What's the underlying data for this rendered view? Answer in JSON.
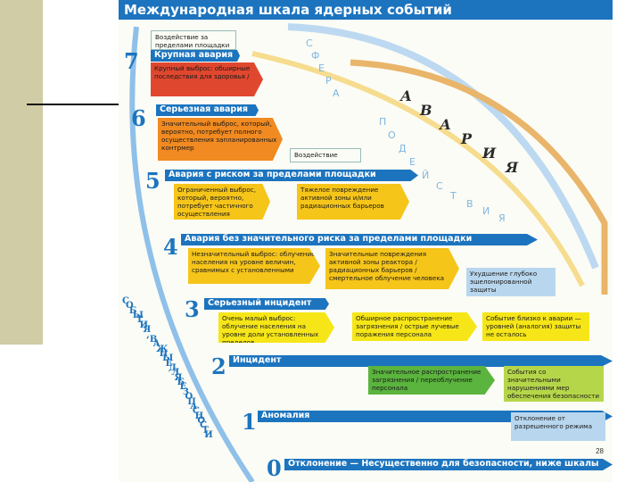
{
  "title": "Международная шкала ядерных событий",
  "levels": [
    {
      "num": "7",
      "title": "Крупная авария"
    },
    {
      "num": "6",
      "title": "Серьезная авария"
    },
    {
      "num": "5",
      "title": "Авария с риском за пределами площадки"
    },
    {
      "num": "4",
      "title": "Авария без значительного риска за пределами площадки"
    },
    {
      "num": "3",
      "title": "Серьезный инцидент"
    },
    {
      "num": "2",
      "title": "Инцидент"
    },
    {
      "num": "1",
      "title": "Аномалия"
    },
    {
      "num": "0",
      "title": "Отклонение"
    }
  ],
  "level0_note": "Несущественно для безопасности, ниже шкалы",
  "header_box": "Воздействие за пределами площадки",
  "middle_header": "Воздействие",
  "boxes": {
    "l7": "Крупный выброс: обширные последствия для здоровья /",
    "l6": "Значительный выброс, который, вероятно, потребует полного осуществления запланированных контрмер",
    "l5a": "Ограниченный выброс, который, вероятно, потребует частичного осуществления",
    "l5b": "Тяжелое повреждение активной зоны и/или радиационных барьеров",
    "l4a": "Незначительный выброс: облучение населения на уровне величин, сравнимых с установленными",
    "l4b": "Значительные повреждения активной зоны реактора / радиационных барьеров / смертельное облучение человека",
    "l4c": "Ухудшение глубоко эшелонированной защиты",
    "l3a": "Очень малый выброс: облучение населения на уровне доли установленных пределов",
    "l3b": "Обширное распространение загрязнения / острые лучевые поражения персонала",
    "l3c": "Событие близко к аварии — уровней (аналогия) защиты не осталось",
    "l2a": "Значительное распространение загрязнения / переоблучение персонала",
    "l2b": "События со значительными нарушениями мер обеспечения безопасности",
    "l1": "Отклонение от разрешенного режима"
  },
  "arc_word": "АВАРИЯ",
  "avaria_letters": [
    "А",
    "В",
    "А",
    "Р",
    "И",
    "Я"
  ],
  "sfera_letters": [
    "С",
    "Ф",
    "Е",
    "Р",
    "А"
  ],
  "podeistvia_letters": [
    "П",
    "О",
    "Д",
    "Е",
    "Й",
    "С",
    "Т",
    "В",
    "И",
    "Я"
  ],
  "vertical_text": "События, важные для безопасности",
  "vertical_letters": [
    "С",
    "О",
    "Б",
    "Ы",
    "Т",
    "И",
    "Я",
    ",",
    "В",
    "А",
    "Ж",
    "Н",
    "Ы",
    "Е",
    "Д",
    "Л",
    "Я",
    "Б",
    "Е",
    "З",
    "О",
    "П",
    "А",
    "С",
    "Н",
    "О",
    "С",
    "Т",
    "И"
  ],
  "page_number": "28",
  "colors": {
    "blue": "#1c74bf",
    "red": "#e0472f",
    "orange": "#f08a21",
    "yellow": "#f6c51a",
    "green": "#5ab43d"
  }
}
